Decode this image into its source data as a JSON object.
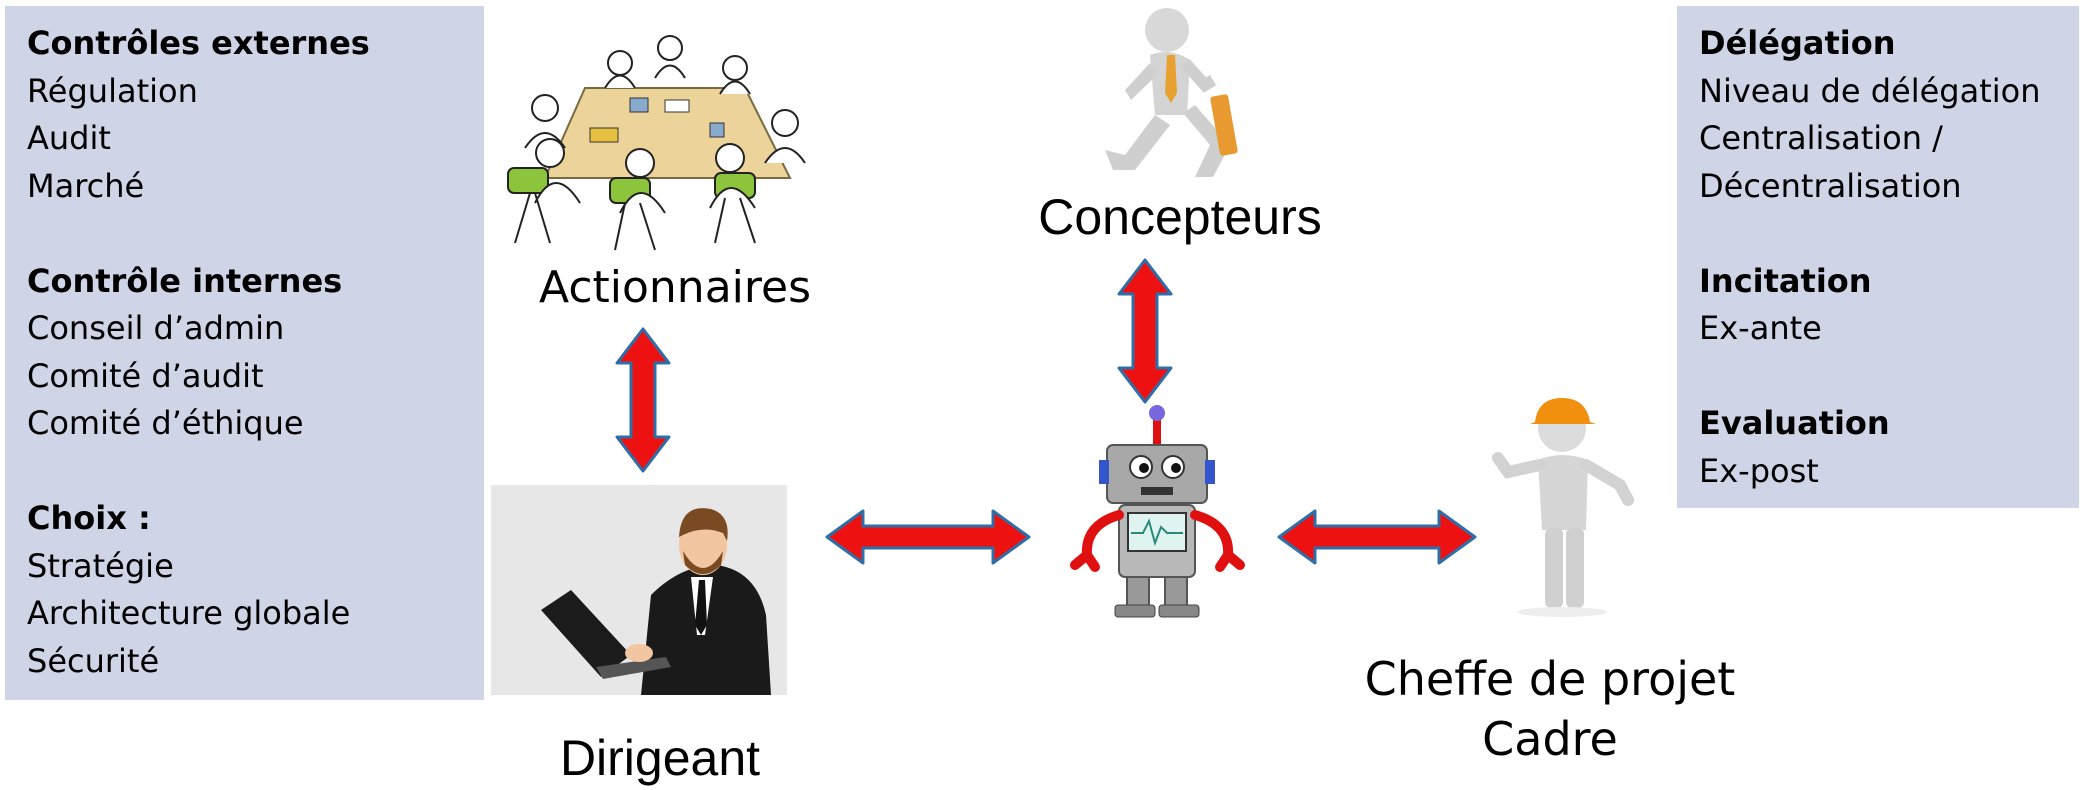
{
  "left_panel": {
    "sections": [
      {
        "heading": "Contrôles externes",
        "items": [
          "Régulation",
          "Audit",
          "Marché"
        ]
      },
      {
        "heading": "Contrôle internes",
        "items": [
          "Conseil d’admin",
          "Comité d’audit",
          "Comité d’éthique"
        ]
      },
      {
        "heading": "Choix :",
        "items": [
          "Stratégie",
          "Architecture globale",
          "Sécurité"
        ]
      }
    ]
  },
  "right_panel": {
    "sections": [
      {
        "heading": "Délégation",
        "items": [
          "Niveau de délégation",
          "Centralisation /",
          "Décentralisation"
        ]
      },
      {
        "heading": "Incitation",
        "items": [
          "Ex-ante"
        ]
      },
      {
        "heading": "Evaluation",
        "items": [
          "Ex-post"
        ]
      }
    ]
  },
  "labels": {
    "actionnaires": "Actionnaires",
    "concepteurs": "Concepteurs",
    "dirigeant": "Dirigeant",
    "cheffe_line1": "Cheffe de projet",
    "cheffe_line2": "Cadre"
  },
  "colors": {
    "panel_bg": "#cfd5e6",
    "arrow_fill": "#ee1111",
    "arrow_stroke": "#2f6fa8"
  }
}
